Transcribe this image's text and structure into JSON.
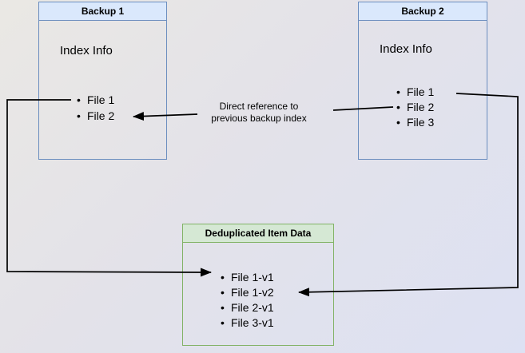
{
  "diagram": {
    "backup1": {
      "title": "Backup 1",
      "subtitle": "Index Info",
      "items": [
        "File 1",
        "File 2"
      ]
    },
    "backup2": {
      "title": "Backup 2",
      "subtitle": "Index Info",
      "items": [
        "File 1",
        "File 2",
        "File 3"
      ]
    },
    "dedup": {
      "title": "Deduplicated Item Data",
      "items": [
        "File 1-v1",
        "File 1-v2",
        "File 2-v1",
        "File 3-v1"
      ]
    },
    "annotation": {
      "line1": "Direct reference to",
      "line2": "previous backup index"
    },
    "colors": {
      "blue_border": "#6c8ebf",
      "blue_fill": "#dae8fc",
      "green_border": "#82b366",
      "green_fill": "#d5e8d4",
      "line": "#000000",
      "text": "#000000",
      "bg_start": "#eae8e4",
      "bg_mid": "#e3e2e9",
      "bg_end": "#dde1f3"
    }
  }
}
